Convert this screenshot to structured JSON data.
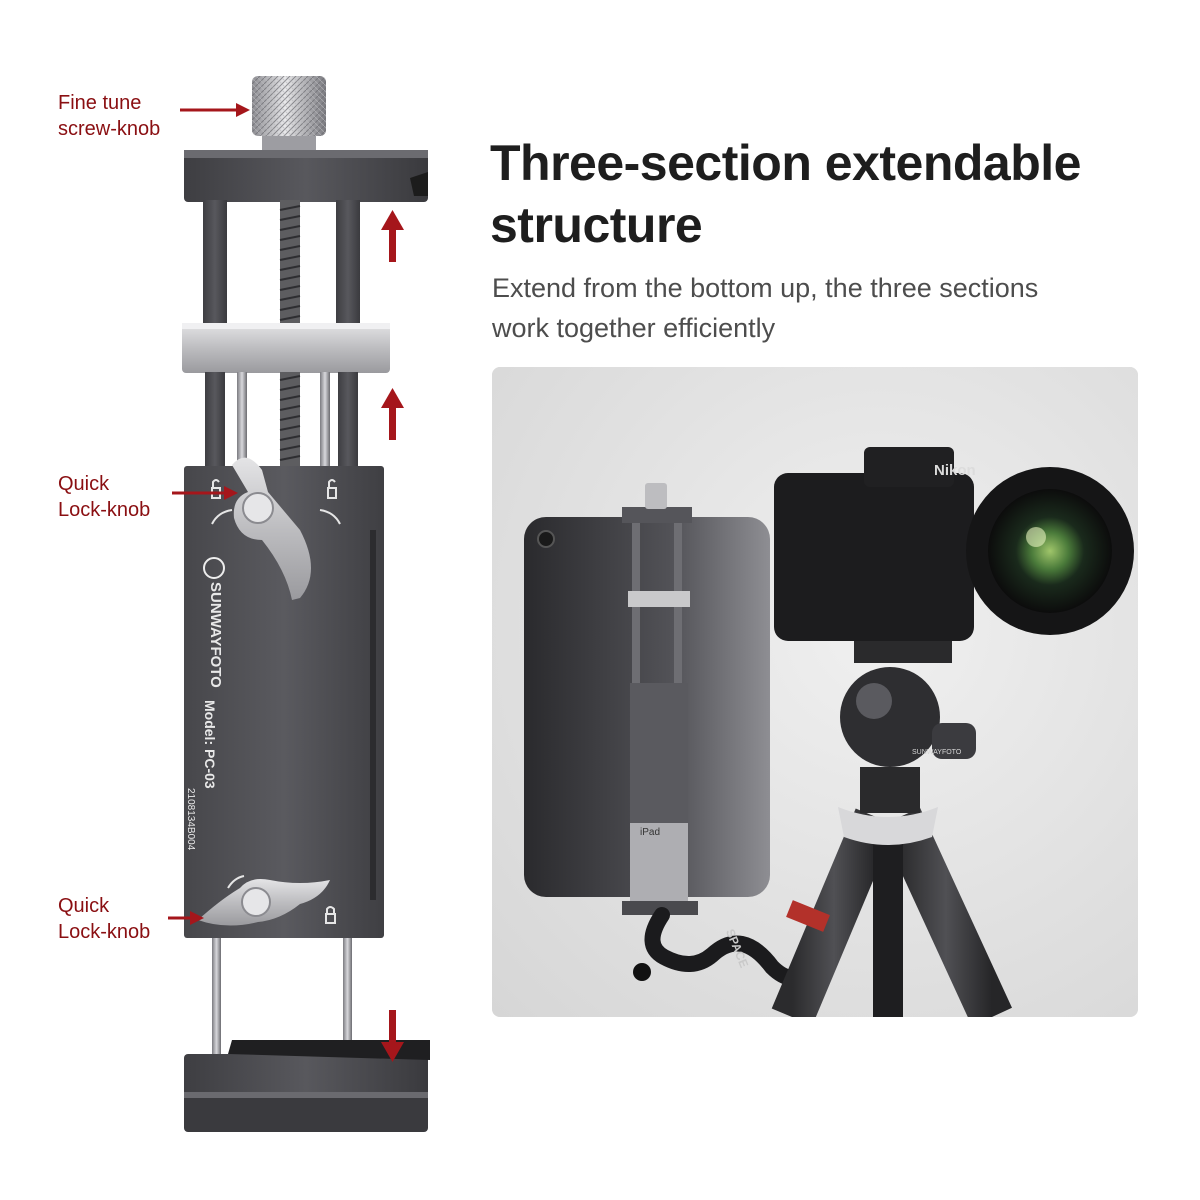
{
  "callouts": {
    "fine_tune": [
      "Fine tune",
      "screw-knob"
    ],
    "quick_lock_top": [
      "Quick",
      "Lock-knob"
    ],
    "quick_lock_bottom": [
      "Quick",
      "Lock-knob"
    ]
  },
  "heading": {
    "title_line1": "Three-section extendable",
    "title_line2": "structure",
    "subtitle_line1": "Extend from the bottom up, the three sections",
    "subtitle_line2": "work together efficiently"
  },
  "product": {
    "brand": "SUNWAYFOTO",
    "model": "Model: PC-03",
    "serial": "2108134B004"
  },
  "photo": {
    "camera_brand": "Nikon",
    "tablet_label": "iPad",
    "tripod_text": "SPACE",
    "head_brand": "SUNWAYFOTO"
  },
  "colors": {
    "accent_red": "#8a0f12",
    "arrow_red": "#a5161b",
    "metal_dark": "#4a4a4e",
    "metal_silver": "#c9c9cb"
  },
  "icons": [
    "arrow-right-icon",
    "arrow-up-icon",
    "arrow-down-icon",
    "unlock-icon",
    "lock-icon",
    "rotate-arrow-icon"
  ]
}
